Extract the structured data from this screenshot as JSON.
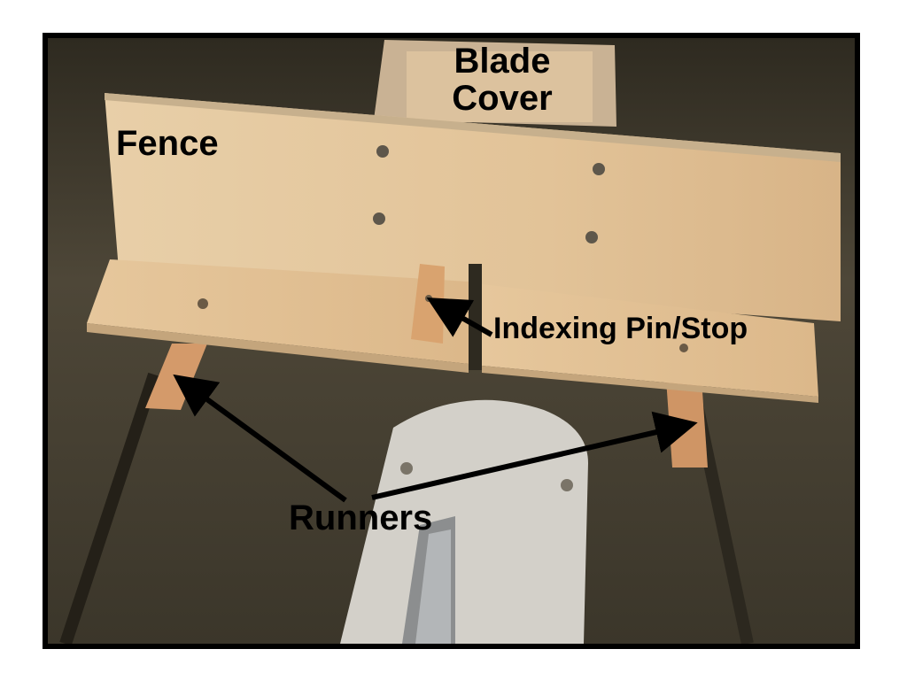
{
  "labels": {
    "blade_line1": "Blade",
    "blade_line2": "Cover",
    "fence": "Fence",
    "indexing": "Indexing Pin/Stop",
    "runners": "Runners"
  },
  "colors": {
    "frame": "#000000",
    "table": "#4a4436",
    "wood": "#e2c39b",
    "insert": "#d6d3cc"
  }
}
